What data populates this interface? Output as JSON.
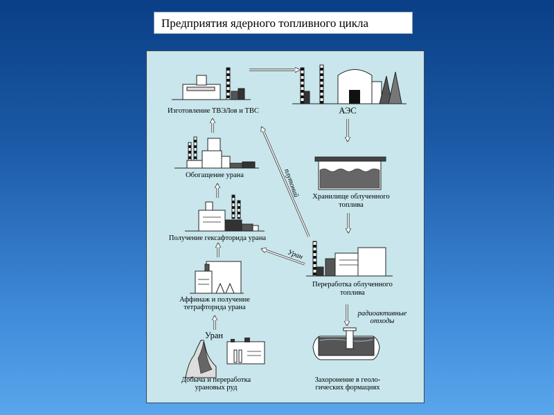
{
  "title": "Предприятия ядерного топливного цикла",
  "nodes": {
    "fuel_fabrication": "Изготовление ТВЭЛов и ТВС",
    "npp": "АЭС",
    "enrichment": "Обогащение урана",
    "storage_line1": "Хранилище облученного",
    "storage_line2": "топлива",
    "hexafluoride": "Получение гексафторида урана",
    "reprocessing_line1": "Переработка облученного",
    "reprocessing_line2": "топлива",
    "refining_line1": "Аффинаж и получение",
    "refining_line2": "тетрафторида урана",
    "mining_line1": "Добыча и переработка",
    "mining_line2": "урановых руд",
    "burial_line1": "Захоронение в геоло-",
    "burial_line2": "гических формациях"
  },
  "edges": {
    "plutonium": "плутоний",
    "uranium_return": "Уран",
    "uranium_ore": "Уран",
    "radioactive_line1": "радиоактивные",
    "radioactive_line2": "отходы"
  }
}
